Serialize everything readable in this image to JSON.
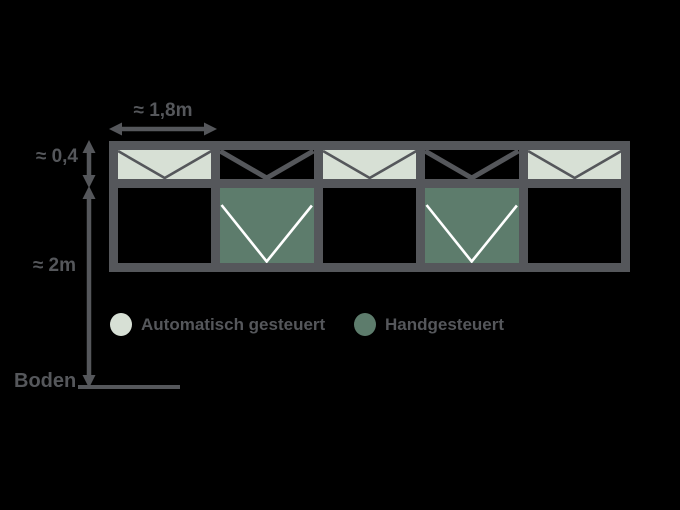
{
  "colors": {
    "background": "#000000",
    "frame": "#55575b",
    "text": "#55575b",
    "auto_green": "#d7e0d5",
    "manual_green": "#5d7c6c",
    "open_line": "#ffffff"
  },
  "dimensions": {
    "panel_width_label": "≈ 1,8m",
    "transom_height_label": "≈ 0,4",
    "window_height_label": "≈ 2m",
    "ground_label": "Boden"
  },
  "windows": {
    "panels": [
      {
        "transom_fill": "auto",
        "main_fill": "none"
      },
      {
        "transom_fill": "none",
        "main_fill": "manual"
      },
      {
        "transom_fill": "auto",
        "main_fill": "none"
      },
      {
        "transom_fill": "none",
        "main_fill": "manual"
      },
      {
        "transom_fill": "auto",
        "main_fill": "none"
      }
    ]
  },
  "legend": {
    "items": [
      {
        "label": "Automatisch gesteuert",
        "swatch": "auto_green"
      },
      {
        "label": "Handgesteuert",
        "swatch": "manual_green"
      }
    ]
  }
}
